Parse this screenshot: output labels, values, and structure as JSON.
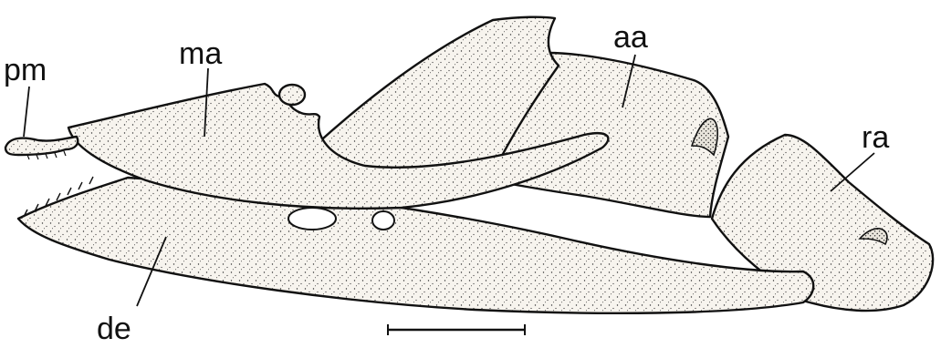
{
  "figure": {
    "labels": {
      "pm": "pm",
      "ma": "ma",
      "aa": "aa",
      "ra": "ra",
      "de": "de"
    }
  },
  "colors": {
    "ink": "#111111",
    "bone_fill": "#f7f4ee",
    "stipple": "#333333"
  }
}
